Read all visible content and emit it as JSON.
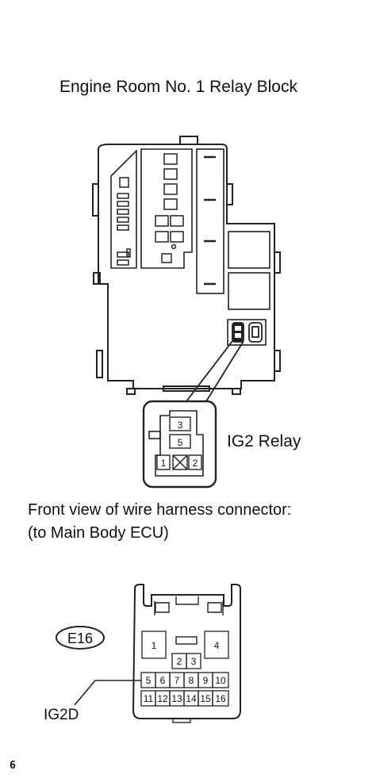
{
  "title": "Engine Room No. 1 Relay Block",
  "relay": {
    "label": "IG2 Relay",
    "pins": [
      "3",
      "5",
      "1",
      "2"
    ]
  },
  "harness": {
    "line1": "Front view of wire harness connector:",
    "line2": "(to Main Body ECU)",
    "connector_id": "E16",
    "terminal_label": "IG2D",
    "pins_top": [
      "1",
      "4"
    ],
    "pins_row1": [
      "2",
      "3"
    ],
    "pins_row2": [
      "5",
      "6",
      "7",
      "8",
      "9",
      "10"
    ],
    "pins_row3": [
      "11",
      "12",
      "13",
      "14",
      "15",
      "16"
    ]
  },
  "page_number": "6"
}
